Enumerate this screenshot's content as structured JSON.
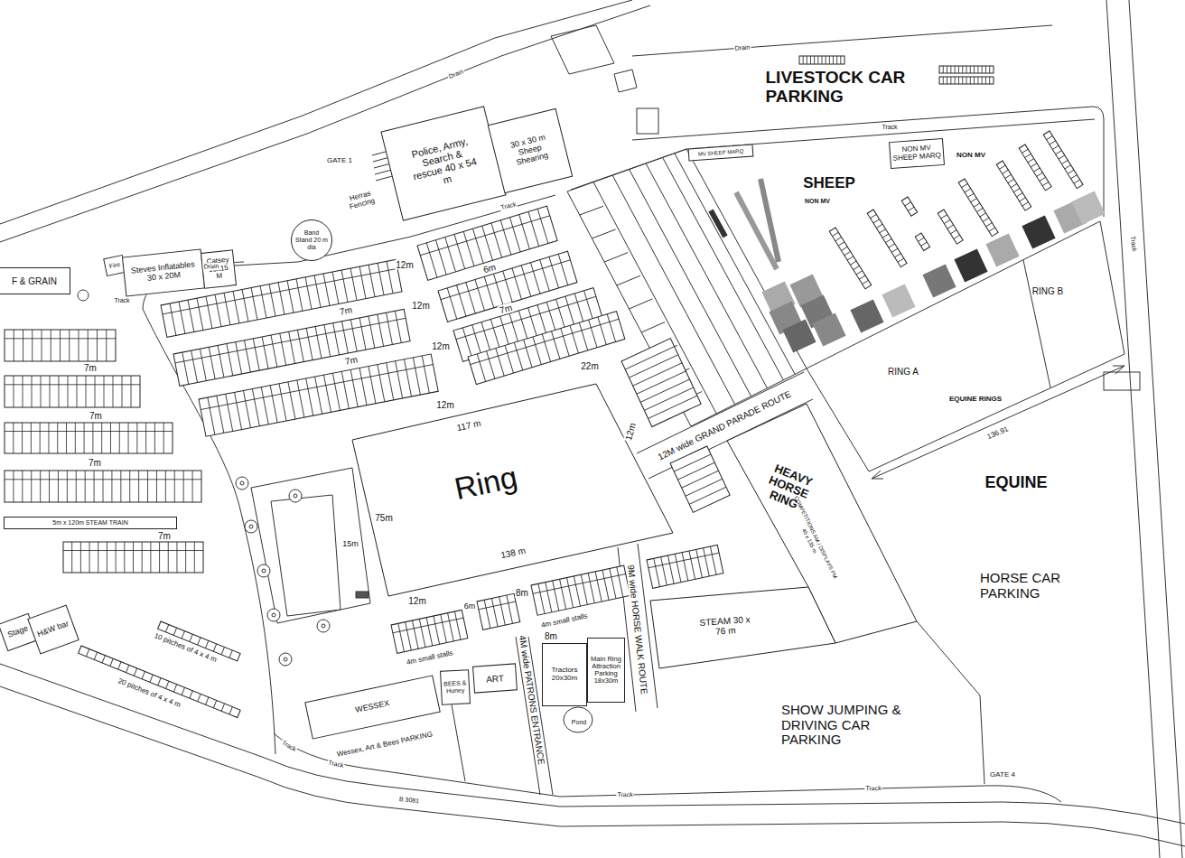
{
  "diagram": {
    "nodes": [
      {
        "text": [
          "Police, Army, Search & rescue 40 x 54 m"
        ]
      },
      {
        "text": [
          "30 x 30 m Sheep Shearing"
        ]
      },
      {
        "text": [
          "MV SHEEP MARQ"
        ]
      },
      {
        "text": [
          "NON MV SHEEP MARQ"
        ]
      },
      {
        "text": [
          "Band Stand 20 m dia"
        ]
      },
      {
        "text": [
          "F & GRAIN"
        ]
      },
      {
        "text": [
          "Fire"
        ]
      },
      {
        "text": [
          "Steves Inflatables 30 x 20M"
        ]
      },
      {
        "text": [
          "Catsey 15x15 M"
        ]
      },
      {
        "text": [
          "Ring"
        ]
      },
      {
        "text": [
          "HEAVY HORSE RING",
          "COMPETITIONS AM / DISPLAYS PM",
          "45 x 135 m"
        ]
      },
      {
        "text": [
          "5m x 120m STEAM TRAIN"
        ]
      },
      {
        "text": [
          "Stage"
        ]
      },
      {
        "text": [
          "H&W bar"
        ]
      },
      {
        "text": [
          "STEAM 30 x 76 m"
        ]
      },
      {
        "text": [
          "BEES & Honey"
        ]
      },
      {
        "text": [
          "ART"
        ]
      },
      {
        "text": [
          "Tractors 20x30m"
        ]
      },
      {
        "text": [
          "Main Ring Attraction Parking 18x30m"
        ]
      },
      {
        "text": [
          "WESSEX"
        ]
      }
    ],
    "labels": [
      "LIVESTOCK CAR PARKING",
      "Drain",
      "Drain",
      "Drain",
      "GATE 1",
      "Herras Fencing",
      "Track",
      "Track",
      "Track",
      "Track",
      "Track",
      "Track",
      "Track",
      "Track",
      "SHEEP",
      "NON MV",
      "NON MV",
      "RING A",
      "RING B",
      "EQUINE RINGS",
      "136.91",
      "EQUINE",
      "HORSE CAR PARKING",
      "SHOW JUMPING & DRIVING CAR PARKING",
      "GATE 4",
      "B 3081",
      "12M wide GRAND PARADE ROUTE",
      "9M wide HORSE WALK ROUTE",
      "4M wide PATRONS ENTRANCE",
      "Pond",
      "Wessex, Art & Bees PARKING",
      "10 pitches of 4 x 4 m",
      "20 pitches of 4 x 4 m",
      "4m small stalls",
      "4m small stalls",
      "12m",
      "6m",
      "7m",
      "12m",
      "7m",
      "12m",
      "7m",
      "22m",
      "12m",
      "12m",
      "117 m",
      "75m",
      "138 m",
      "15m",
      "12m",
      "6m",
      "8m",
      "8m",
      "7m",
      "7m",
      "7m",
      "7m"
    ]
  }
}
